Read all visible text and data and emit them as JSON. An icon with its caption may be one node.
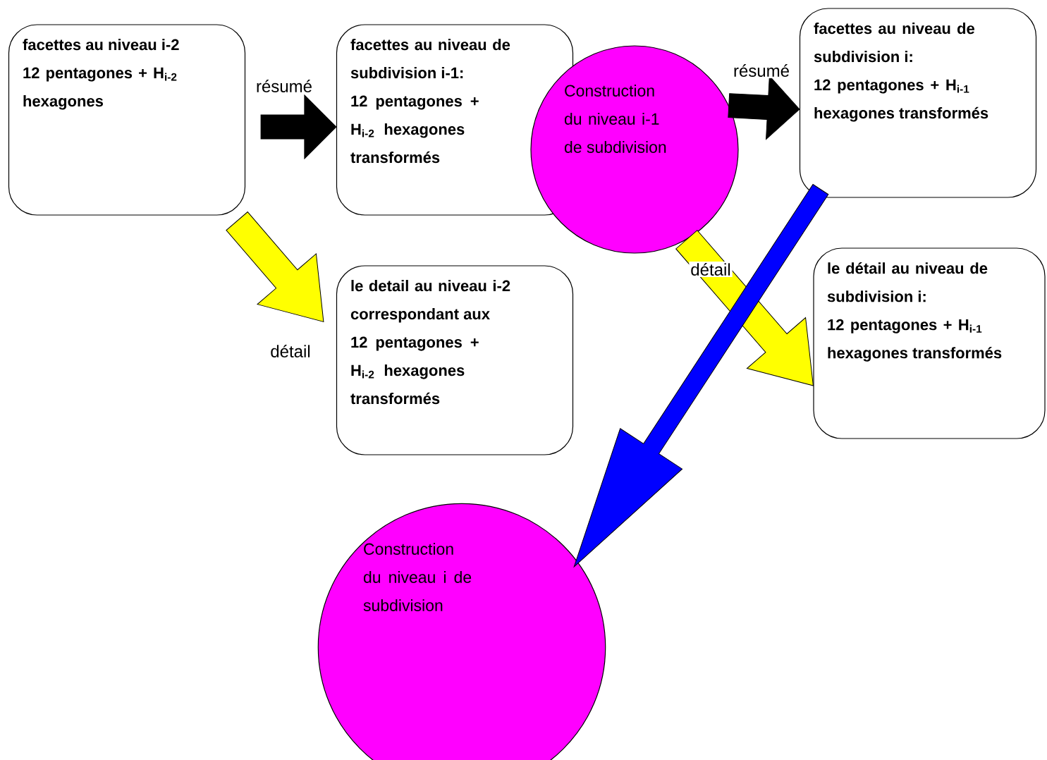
{
  "diagram": {
    "nodes": [
      {
        "text": [
          "facettes au niveau i-2",
          "12 pentagones + H$_{i-2}$ hexagones"
        ]
      },
      {
        "text": [
          "facettes au niveau de subdivision i-1:",
          "12 pentagones + H$_{i-2}$ hexagones transformés"
        ]
      },
      {
        "text": [
          "Construction du niveau i-1 de subdivision"
        ]
      },
      {
        "text": [
          "facettes au niveau de subdivision i:",
          "12 pentagones + H$_{i-1}$ hexagones transformés"
        ]
      },
      {
        "text": [
          "le detail au niveau i-2 correspondant aux",
          "12 pentagones + H$_{i-2}$ hexagones transformés"
        ]
      },
      {
        "text": [
          "le détail au niveau de subdivision i:",
          "12 pentagones + H$_{i-1}$ hexagones transformés"
        ]
      },
      {
        "text": [
          "Construction du niveau i de subdivision"
        ]
      }
    ],
    "edges": [
      {
        "from": 0,
        "to": 1,
        "arrow": "to",
        "label": "résumé",
        "color": "#000000"
      },
      {
        "from": 0,
        "to": 4,
        "arrow": "to",
        "label": "détail",
        "color": "#ffff00"
      },
      {
        "from": 2,
        "to": 3,
        "arrow": "to",
        "label": "résumé",
        "color": "#000000"
      },
      {
        "from": 2,
        "to": 5,
        "arrow": "to",
        "label": "détail",
        "color": "#ffff00"
      },
      {
        "from": 3,
        "to": 6,
        "arrow": "to",
        "color": "#0000ff"
      }
    ]
  }
}
